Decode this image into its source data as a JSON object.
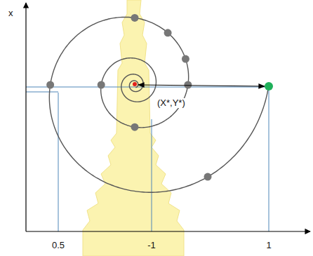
{
  "diagram": {
    "labels": [
      "x",
      "0.5",
      "-1",
      "1",
      "(X*,Y*)"
    ]
  }
}
